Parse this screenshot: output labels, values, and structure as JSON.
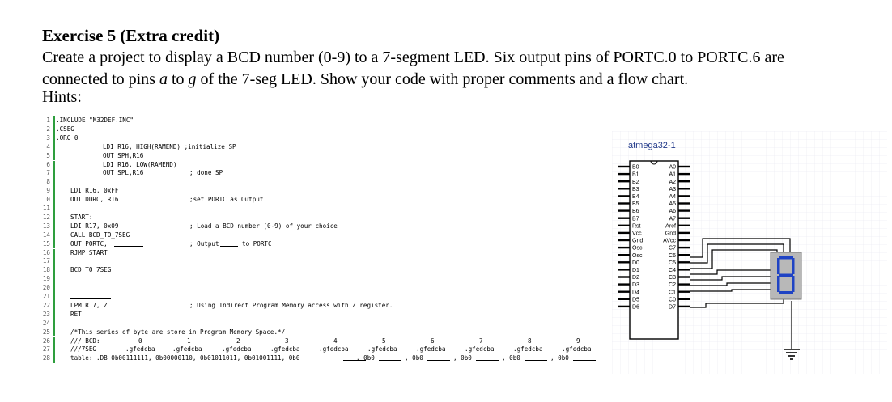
{
  "exercise": {
    "title": "Exercise 5 (Extra credit)",
    "line1": "Create a project to display a BCD number (0-9) to a 7-segment LED. Six output pins of PORTC.0 to PORTC.6 are",
    "line2_pre": "connected to pins ",
    "line2_a": "a",
    "line2_mid": " to ",
    "line2_g": "g",
    "line2_post": " of the 7-seg LED. Show your code with proper comments and a flow chart.",
    "hints": "Hints:"
  },
  "code": {
    "lines": [
      {
        "n": "1",
        "t": ".INCLUDE \"M32DEF.INC\"",
        "x": 17
      },
      {
        "n": "2",
        "t": ".CSEG",
        "x": 17
      },
      {
        "n": "3",
        "t": ".ORG 0",
        "x": 17
      },
      {
        "n": "4",
        "t": "LDI R16, HIGH(RAMEND) ;initialize SP",
        "x": 75
      },
      {
        "n": "5",
        "t": "OUT SPH,R16",
        "x": 75
      },
      {
        "n": "6",
        "t": "LDI R16, LOW(RAMEND)",
        "x": 75
      },
      {
        "n": "7",
        "t": "OUT SPL,R16",
        "x": 75
      },
      {
        "n": "8",
        "t": "",
        "x": 17
      },
      {
        "n": "9",
        "t": "LDI R16, 0xFF",
        "x": 35
      },
      {
        "n": "10",
        "t": "OUT DDRC, R16",
        "x": 35
      },
      {
        "n": "11",
        "t": "",
        "x": 17
      },
      {
        "n": "12",
        "t": "START:",
        "x": 35
      },
      {
        "n": "13",
        "t": "LDI R17, 0x09",
        "x": 35
      },
      {
        "n": "14",
        "t": "CALL BCD_TO_7SEG",
        "x": 35
      },
      {
        "n": "15",
        "t": "OUT PORTC,",
        "x": 35
      },
      {
        "n": "16",
        "t": "RJMP START",
        "x": 35
      },
      {
        "n": "17",
        "t": "",
        "x": 17
      },
      {
        "n": "18",
        "t": "BCD_TO_7SEG:",
        "x": 35
      },
      {
        "n": "19",
        "t": "",
        "x": 17
      },
      {
        "n": "20",
        "t": "",
        "x": 17
      },
      {
        "n": "21",
        "t": "",
        "x": 17
      },
      {
        "n": "22",
        "t": "LPM R17, Z",
        "x": 35
      },
      {
        "n": "23",
        "t": "RET",
        "x": 35
      },
      {
        "n": "24",
        "t": "",
        "x": 17
      },
      {
        "n": "25",
        "t": "/*This series of byte are store in Program Memory Space.*/",
        "x": 35
      },
      {
        "n": "26",
        "t": "/// BCD:",
        "x": 35
      },
      {
        "n": "27",
        "t": "///7SEG",
        "x": 35
      },
      {
        "n": "28",
        "t": "table: .DB 0b00111111, 0b00000110, 0b01011011, 0b01001111, 0b0",
        "x": 35
      }
    ],
    "comments": {
      "c7": "; done SP",
      "c10": ";set PORTC as Output",
      "c13": "; Load a BCD number (0-9) of your choice",
      "c15a": "; Output",
      "c15b": "to PORTC",
      "c22": "; Using Indirect Program Memory access with Z register."
    },
    "bcd_digits": [
      "0",
      "1",
      "2",
      "3",
      "4",
      "5",
      "6",
      "7",
      "8",
      "9"
    ],
    "gfedcba": ".gfedcba",
    "table_tail": ", 0b0"
  },
  "chip": {
    "name": "atmega32-1",
    "left_pins": [
      "B0",
      "B1",
      "B2",
      "B3",
      "B4",
      "B5",
      "B6",
      "B7",
      "Rst",
      "Vcc",
      "Gnd",
      "Osc",
      "Osc",
      "D0",
      "D1",
      "D2",
      "D3",
      "D4",
      "D5",
      "D6"
    ],
    "right_pins": [
      "A0",
      "A1",
      "A2",
      "A3",
      "A4",
      "A5",
      "A6",
      "A7",
      "Aref",
      "Gnd",
      "AVcc",
      "C7",
      "C6",
      "C5",
      "C4",
      "C3",
      "C2",
      "C1",
      "C0",
      "D7"
    ],
    "display_digit": "8"
  }
}
